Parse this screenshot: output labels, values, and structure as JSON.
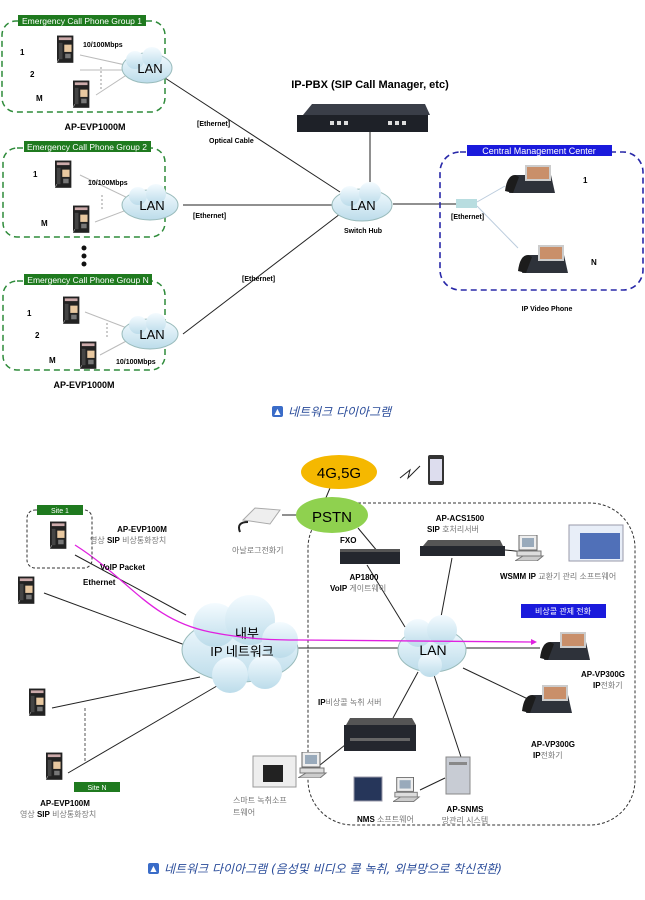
{
  "top_diagram": {
    "groups": [
      {
        "label": "Emergency Call  Phone Group 1",
        "numbers": [
          "1",
          "2",
          "M"
        ],
        "speed": "10/100Mbps",
        "lan": "LAN",
        "model": "AP-EVP1000M"
      },
      {
        "label": "Emergency Call  Phone Group 2",
        "numbers": [
          "1",
          "M"
        ],
        "speed": "10/100Mbps",
        "lan": "LAN"
      },
      {
        "label": "Emergency Call  Phone Group N",
        "numbers": [
          "1",
          "2",
          "M"
        ],
        "speed": "10/100Mbps",
        "lan": "LAN",
        "model": "AP-EVP1000M"
      }
    ],
    "pbx_title": "IP-PBX (SIP Call Manager, etc)",
    "switch": {
      "lan": "LAN",
      "label": "Switch Hub"
    },
    "links": {
      "ethernet": "[Ethernet]",
      "optical": "Optical Cable"
    },
    "cmc": {
      "label": "Central Management Center",
      "ethernet": "[Ethernet]",
      "phone1": "1",
      "phoneN": "N",
      "caption": "IP Video Phone"
    },
    "colors": {
      "group_green": "#1f7a1f",
      "cmc_blue": "#1a1adc"
    }
  },
  "caption_1": "네트워크 다이아그램",
  "bottom_diagram": {
    "mobile": "4G,5G",
    "pstn": "PSTN",
    "analog_phone": "아날로그전화기",
    "fxo": "FXO",
    "gateway": {
      "model": "AP1800",
      "desc_bold": "VoIP",
      "desc": " 게이트웨이"
    },
    "call_server": {
      "model": "AP-ACS1500",
      "desc_bold": "SIP",
      "desc": " 호처리서버"
    },
    "wsmm": {
      "bold": "WSMM IP",
      "desc": " 교환기 관리 소프트웨어"
    },
    "control_phone_label": "비상콜 관제 전화",
    "lan": "LAN",
    "internal_net": {
      "line1": "내부",
      "line2": "IP 네트워크"
    },
    "phone1": {
      "model": "AP-VP300G",
      "bold": "IP",
      "desc": "전화기"
    },
    "phone2": {
      "model": "AP-VP300G",
      "bold": "IP",
      "desc": "전화기"
    },
    "rec_server": {
      "bold": "IP",
      "desc": "비상콜 녹취 서버"
    },
    "smart_rec": {
      "line1": "스마트 녹취소프",
      "line2": "트웨어"
    },
    "nms": {
      "bold": "NMS",
      "desc": " 소프트웨어"
    },
    "snms": {
      "model": "AP-SNMS",
      "desc": "망관리 시스템"
    },
    "site1": "Site 1",
    "siteN": "Site N",
    "evp_top": {
      "model": "AP-EVP100M",
      "pre": "영상 ",
      "bold": "SIP",
      "desc": " 비상통화장치"
    },
    "evp_bottom": {
      "model": "AP-EVP100M",
      "pre": "영상 ",
      "bold": "SIP",
      "desc": " 비상통화장치"
    },
    "voip_packet": "VoIP Packet",
    "ethernet": "Ethernet",
    "colors": {
      "mobile": "#f5b800",
      "pstn": "#8fd14f",
      "voip_path": "#e020e0",
      "control_blue": "#1a1adc"
    }
  },
  "caption_2": "네트워크 다이아그램 (음성및 비디오 콜 녹취, 외부망으로 착신전환)"
}
